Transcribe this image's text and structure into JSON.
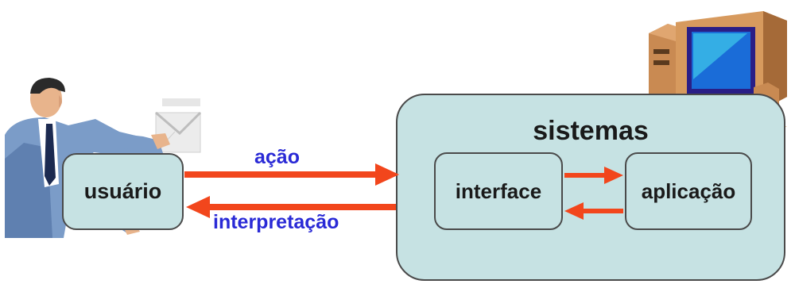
{
  "diagram": {
    "user_label": "usuário",
    "system_title": "sistemas",
    "interface_label": "interface",
    "application_label": "aplicação",
    "action_label": "ação",
    "interpretation_label": "interpretação"
  },
  "colors": {
    "box_fill": "#c6e2e3",
    "box_border": "#4a4a4a",
    "arrow": "#f2461c",
    "arrow_label": "#2a2ad6"
  },
  "icons": [
    "businessman-icon",
    "envelope-icon",
    "computer-icon"
  ]
}
